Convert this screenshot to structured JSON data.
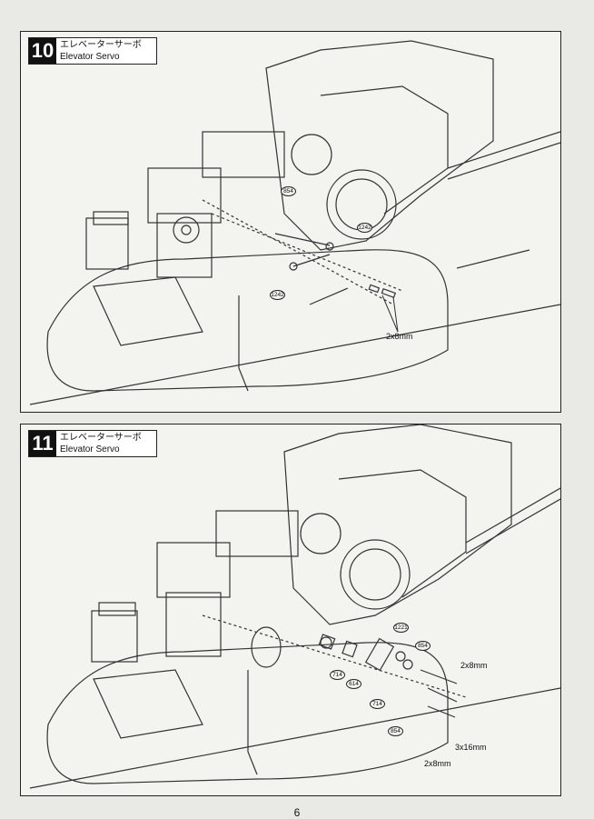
{
  "steps": [
    {
      "number": "10",
      "title_jp": "エレベーターサーボ",
      "title_en": "Elevator Servo",
      "labels": {
        "part_a": "1242",
        "part_b": "1242",
        "part_c": "854",
        "screw": "2x8mm"
      }
    },
    {
      "number": "11",
      "title_jp": "エレベーターサーボ",
      "title_en": "Elevator Servo",
      "labels": {
        "part_1221": "1221",
        "part_854a": "854",
        "part_714a": "714",
        "part_614": "614",
        "part_714b": "714",
        "part_854b": "854",
        "screw_a": "2x8mm",
        "screw_b": "3x16mm",
        "screw_c": "2x8mm"
      }
    }
  ],
  "page_number": "6"
}
